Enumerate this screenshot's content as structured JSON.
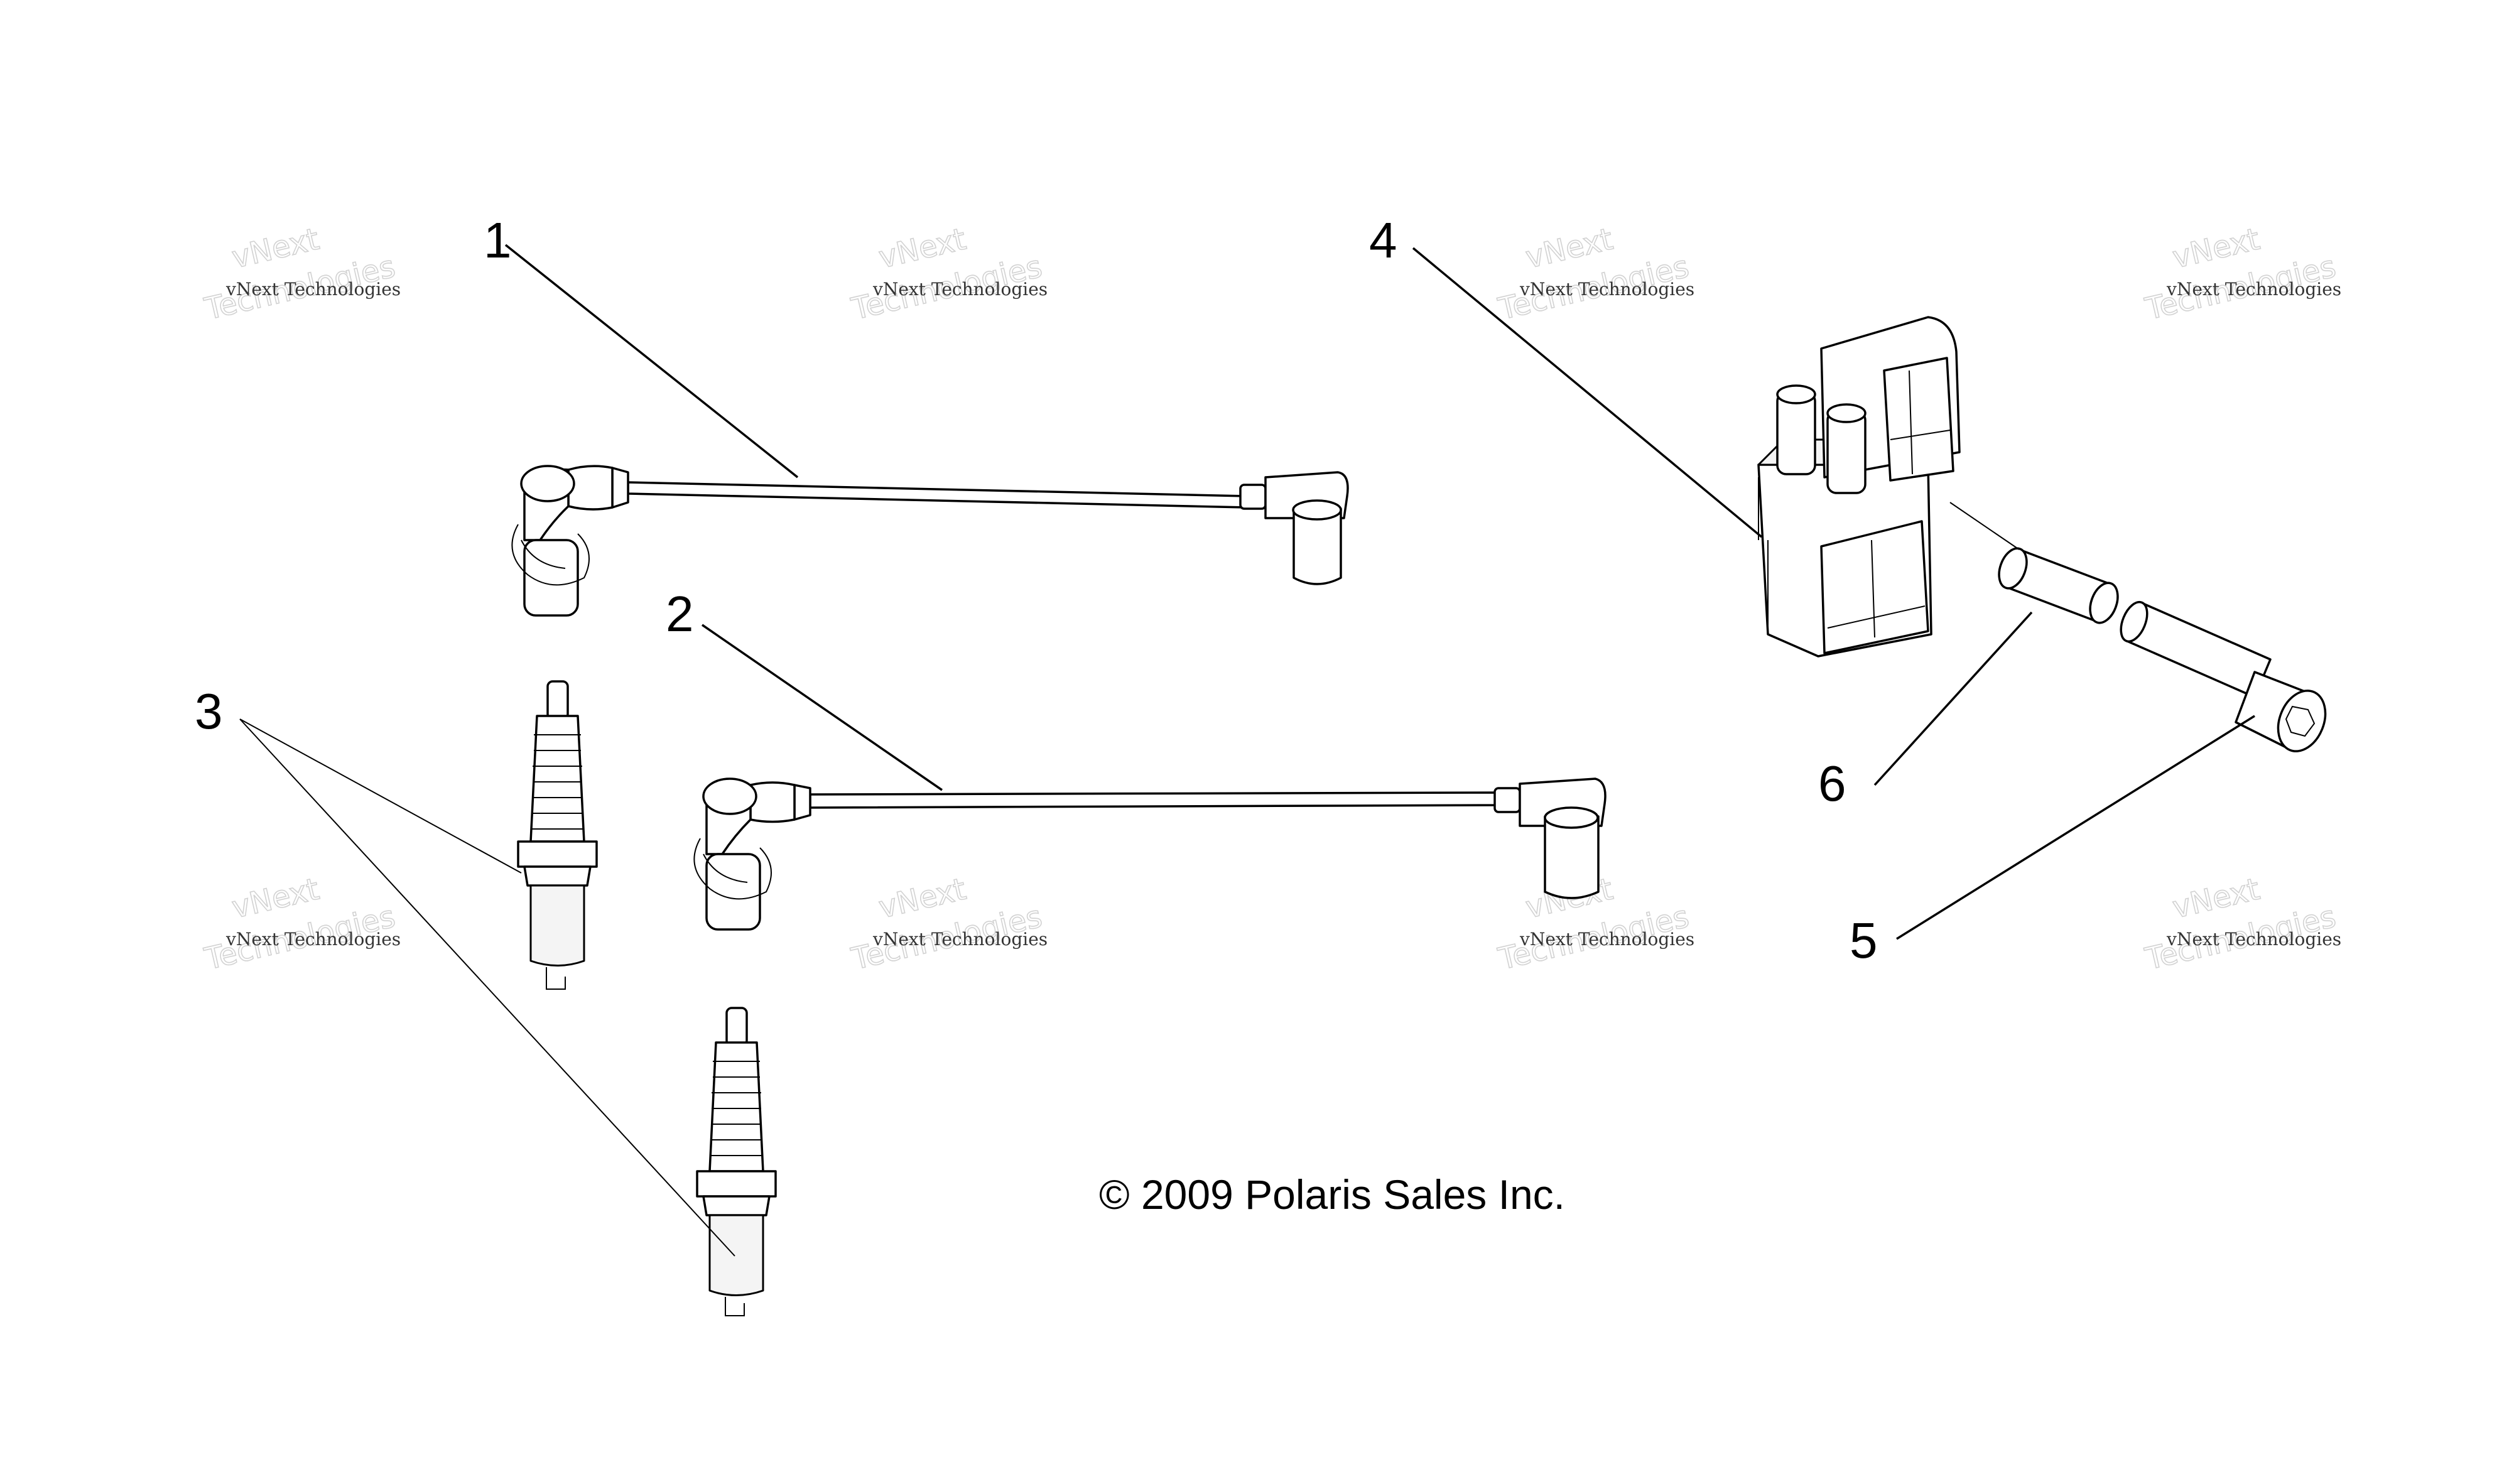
{
  "callouts": {
    "c1": "1",
    "c2": "2",
    "c3": "3",
    "c4": "4",
    "c5": "5",
    "c6": "6"
  },
  "copyright": "© 2009 Polaris Sales Inc.",
  "watermark": {
    "line1": "vNext",
    "line2": "vNext Technologies",
    "line3": "Technologies"
  },
  "colors": {
    "ink": "#000000",
    "watermark": "#c8c8c8"
  }
}
